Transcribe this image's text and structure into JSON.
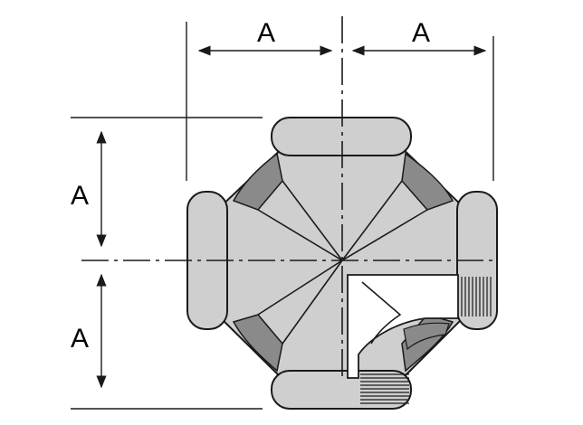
{
  "dimensions": {
    "top_left_label": "A",
    "top_right_label": "A",
    "left_upper_label": "A",
    "left_lower_label": "A"
  },
  "colors": {
    "body_fill": "#cfcfcf",
    "shadow_fill": "#8a8a8a",
    "cutaway_fill": "#ffffff",
    "line": "#1a1a1a"
  }
}
